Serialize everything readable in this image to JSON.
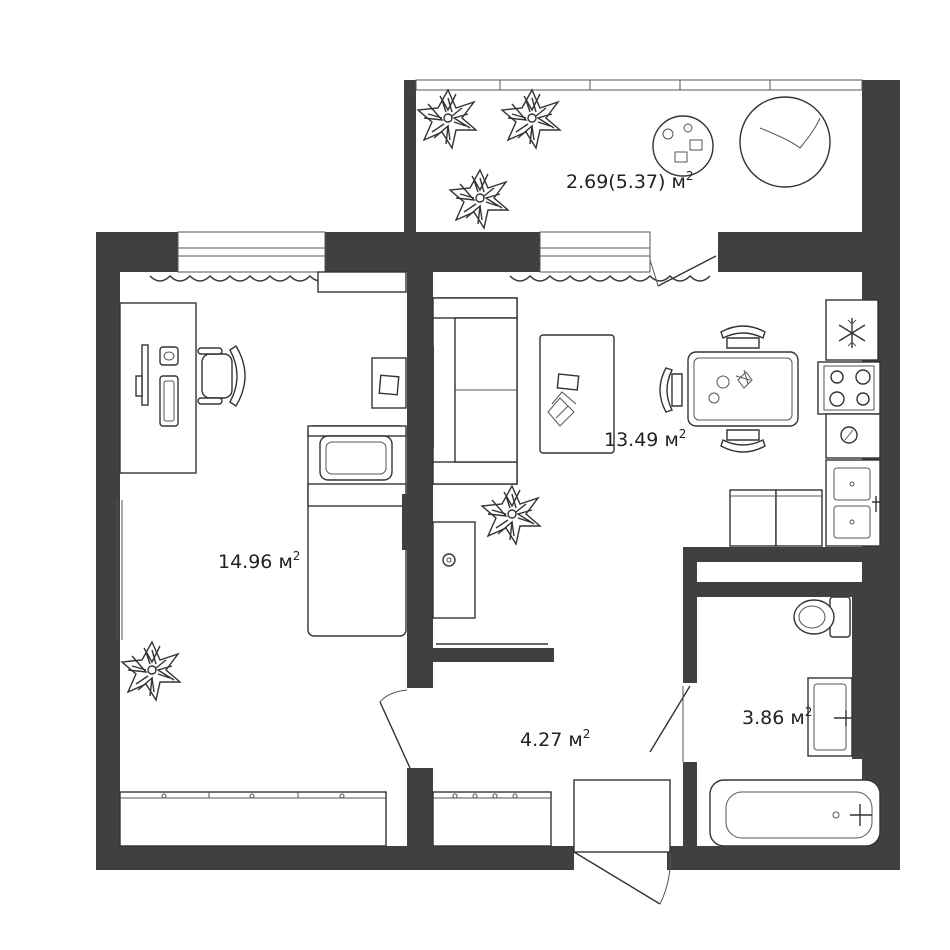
{
  "floor_plan": {
    "rooms": [
      {
        "id": "bedroom",
        "area": "14.96",
        "unit": "м",
        "exp": "2"
      },
      {
        "id": "living-kitchen",
        "area": "13.49",
        "unit": "м",
        "exp": "2"
      },
      {
        "id": "balcony",
        "area": "2.69(5.37)",
        "unit": "м",
        "exp": "2"
      },
      {
        "id": "bathroom",
        "area": "3.86",
        "unit": "м",
        "exp": "2"
      },
      {
        "id": "hallway",
        "area": "4.27",
        "unit": "м",
        "exp": "2"
      }
    ],
    "colors": {
      "wall": "#404040",
      "line": "#333333",
      "background": "#ffffff"
    },
    "icons": [
      "plant-icon",
      "snowflake-icon",
      "stove-icon",
      "sink-icon",
      "toilet-icon",
      "bathtub-icon",
      "chair-icon",
      "washer-icon"
    ]
  }
}
